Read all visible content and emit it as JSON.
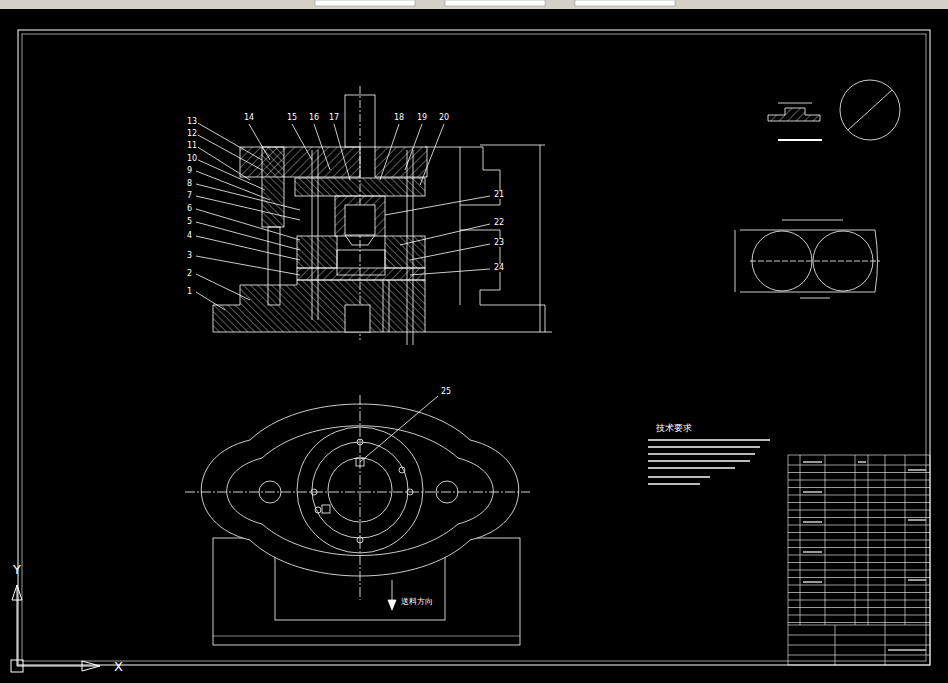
{
  "diagram": {
    "labels": [
      "13",
      "12",
      "11",
      "10",
      "9",
      "8",
      "7",
      "6",
      "5",
      "4",
      "3",
      "2",
      "1",
      "14",
      "15",
      "16",
      "17",
      "18",
      "19",
      "20",
      "21",
      "22",
      "23",
      "24",
      "25",
      "技术要求",
      "送料方向",
      "Y",
      "X"
    ]
  }
}
